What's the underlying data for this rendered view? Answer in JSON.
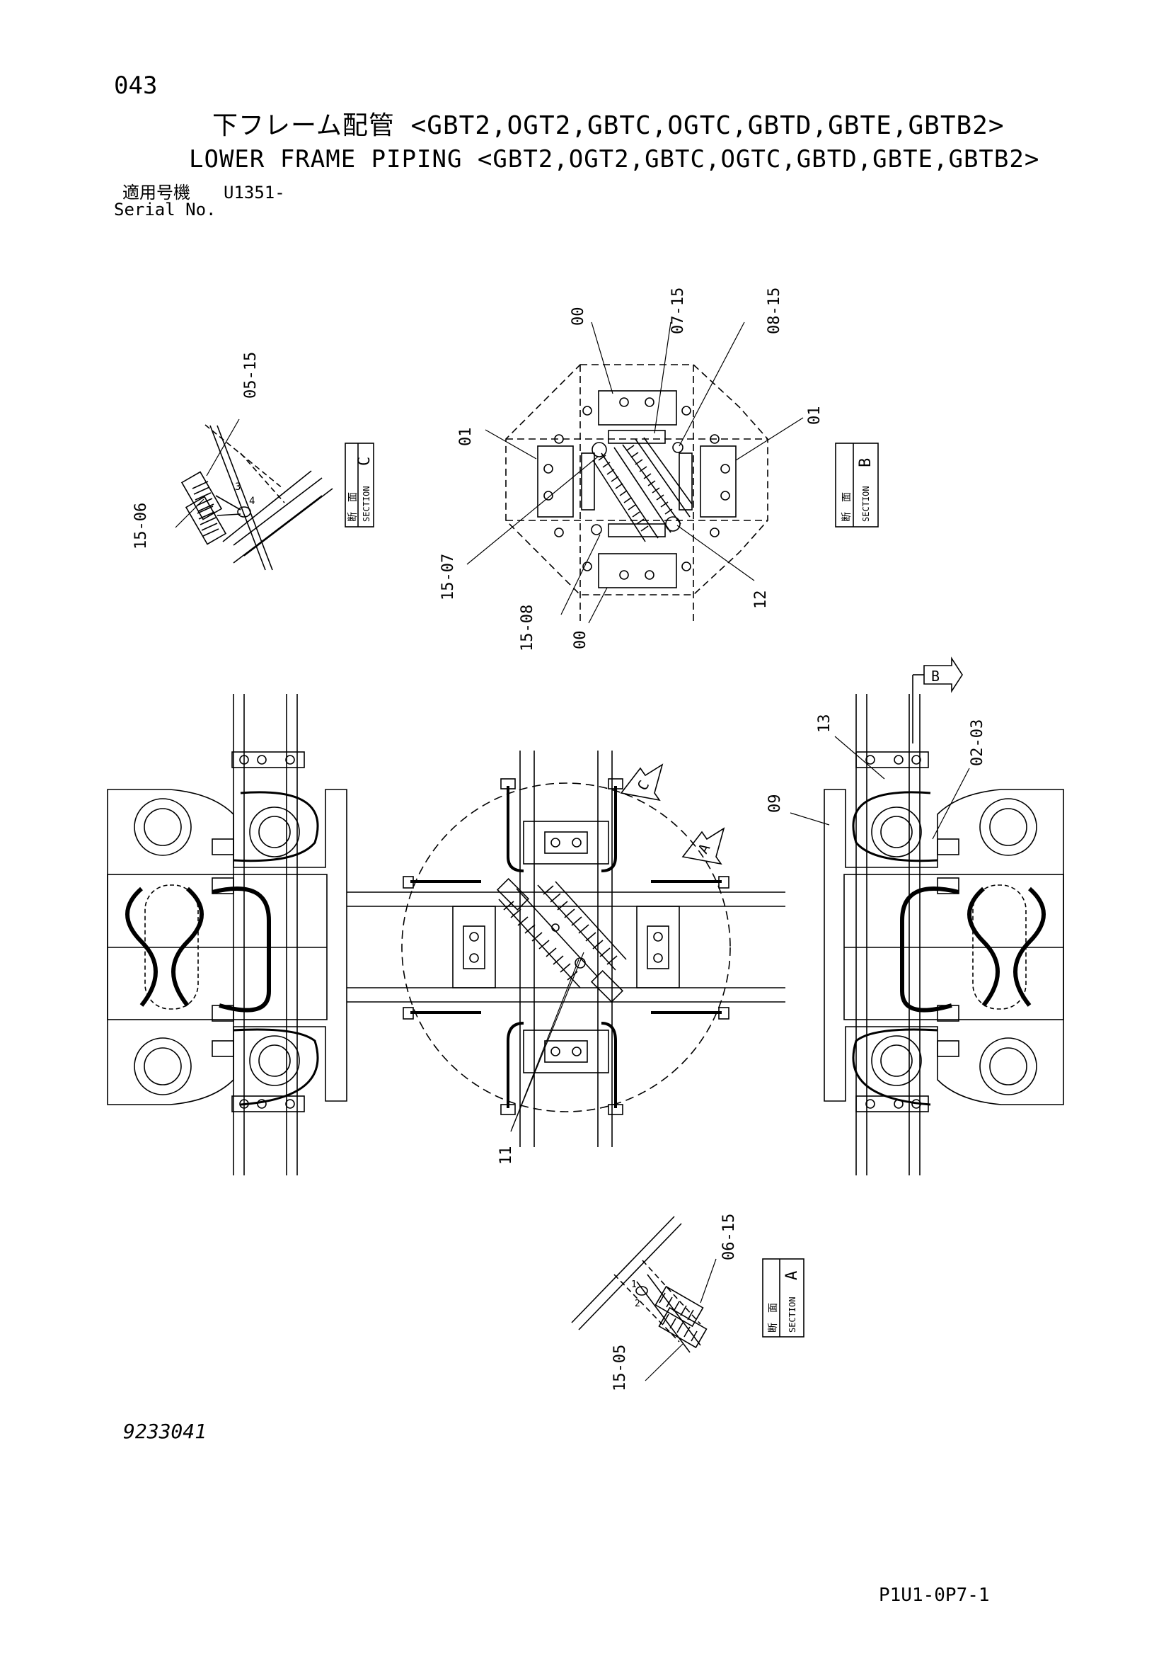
{
  "header": {
    "page_number": "043",
    "title_ja": "下フレーム配管 <GBT2,OGT2,GBTC,OGTC,GBTD,GBTE,GBTB2>",
    "title_en": "LOWER FRAME PIPING <GBT2,OGT2,GBTC,OGTC,GBTD,GBTE,GBTB2>",
    "serial_label_ja": "適用号機",
    "serial_value": "U1351-",
    "serial_label_en": "Serial No."
  },
  "sections": {
    "c": {
      "ja": "断　面",
      "en": "SECTION",
      "letter": "C"
    },
    "b": {
      "ja": "断　面",
      "en": "SECTION",
      "letter": "B"
    },
    "a": {
      "ja": "断　面",
      "en": "SECTION",
      "letter": "A"
    }
  },
  "view_arrows": {
    "b": "B",
    "c": "C",
    "a": "A"
  },
  "callouts": {
    "c_05_15": "05-15",
    "c_15_06": "15-06",
    "c_n3": "3",
    "c_n4": "4",
    "top_00": "00",
    "top_07_15": "07-15",
    "top_08_15": "08-15",
    "top_01_left": "01",
    "top_01_right": "01",
    "top_15_07": "15-07",
    "top_15_08": "15-08",
    "top_00_bottom": "00",
    "top_12": "12",
    "main_13": "13",
    "main_02_03": "02-03",
    "main_09": "09",
    "main_11": "11",
    "a_06_15": "06-15",
    "a_15_05": "15-05",
    "a_n1": "1",
    "a_n2": "2"
  },
  "footer": {
    "drawing_number": "9233041",
    "page_code": "P1U1-0P7-1"
  }
}
